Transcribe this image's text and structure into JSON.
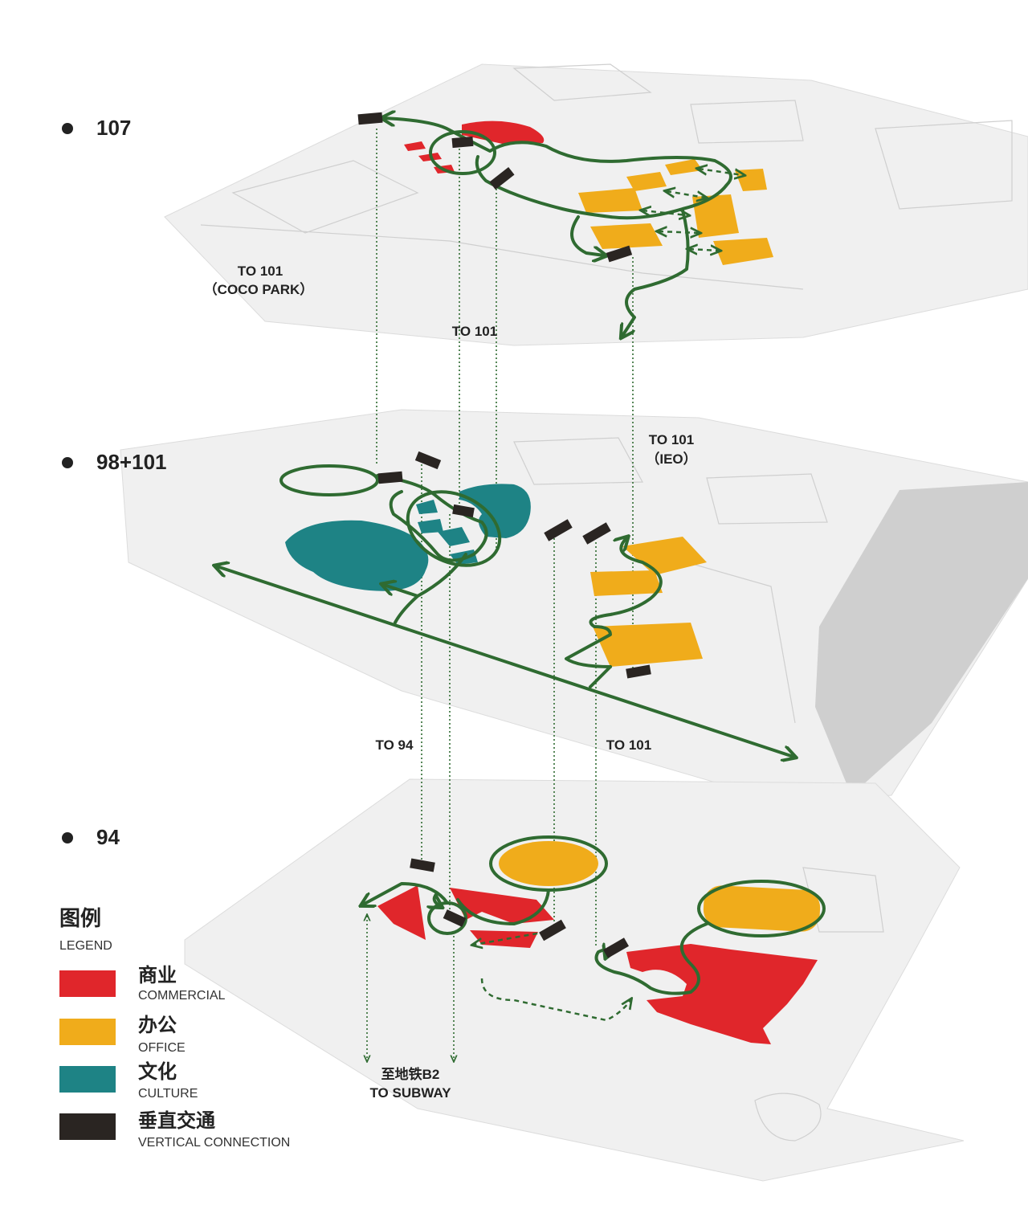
{
  "levels": {
    "top": "107",
    "middle": "98+101",
    "bottom": "94"
  },
  "annotations": {
    "to_101_coco_line1": "TO 101",
    "to_101_coco_line2": "（COCO PARK）",
    "to_101_center": "TO 101",
    "to_101_ieo_line1": "TO 101",
    "to_101_ieo_line2": "（IEO）",
    "to_94": "TO 94",
    "to_101_lower": "TO 101",
    "to_subway_cn": "至地铁B2",
    "to_subway_en": "TO SUBWAY"
  },
  "legend": {
    "title_cn": "图例",
    "title_en": "LEGEND",
    "items": [
      {
        "cn": "商业",
        "en": "COMMERCIAL",
        "color": "#e0262b"
      },
      {
        "cn": "办公",
        "en": "OFFICE",
        "color": "#f0ac1b"
      },
      {
        "cn": "文化",
        "en": "CULTURE",
        "color": "#1e8385"
      },
      {
        "cn": "垂直交通",
        "en": "VERTICAL CONNECTION",
        "color": "#2a2522"
      }
    ]
  },
  "colors": {
    "route": "#2f6b31",
    "commercial": "#e0262b",
    "office": "#f0ac1b",
    "culture": "#1e8385",
    "vertical": "#2a2522"
  }
}
